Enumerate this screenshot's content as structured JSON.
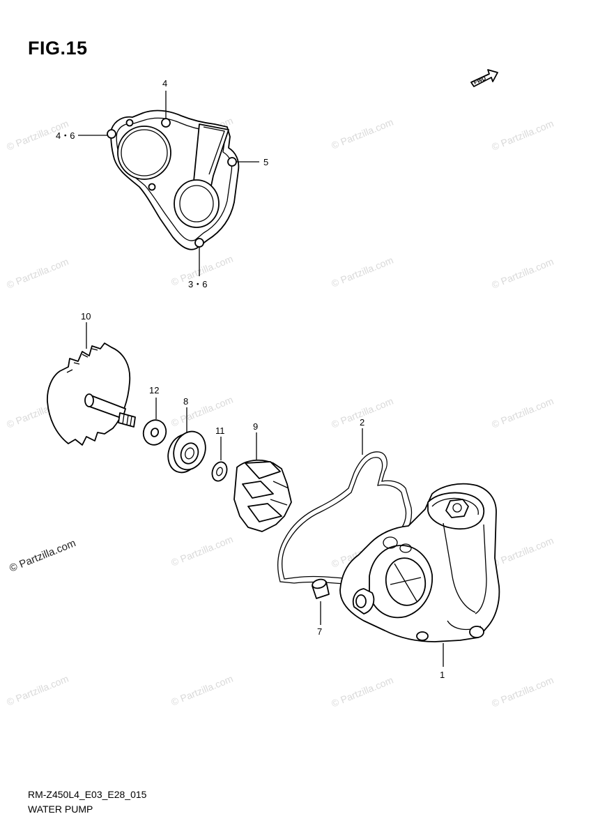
{
  "figure": {
    "title": "FIG.15",
    "fwd_badge": "FWD"
  },
  "callouts": {
    "c4": "4",
    "c4_6": "4・6",
    "c5": "5",
    "c3_6": "3・6",
    "c10": "10",
    "c12": "12",
    "c8": "8",
    "c11": "11",
    "c9": "9",
    "c2": "2",
    "c7": "7",
    "c1": "1"
  },
  "watermark": {
    "text": "© Partzilla.com"
  },
  "footer": {
    "model_code": "RM-Z450L4_E03_E28_015",
    "section_name": "WATER PUMP"
  }
}
